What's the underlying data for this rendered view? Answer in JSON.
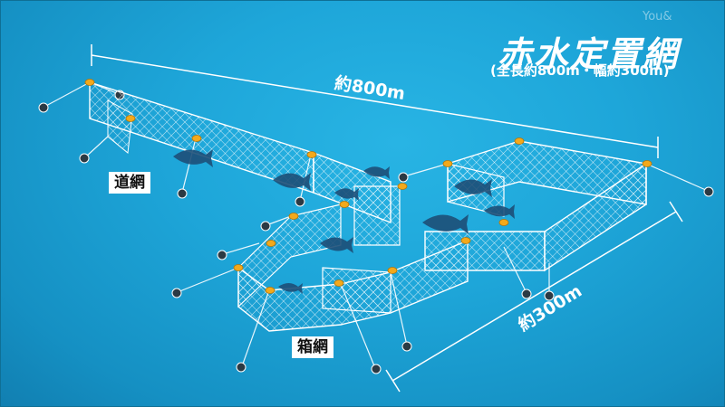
{
  "title": "赤水定置網",
  "subtitle": "(全長約800m・幅約300m)",
  "watermark": "You&",
  "dimensions": {
    "length_label": "約800m",
    "width_label": "約300m"
  },
  "labels": {
    "guide_net": "道網",
    "box_net": "箱網"
  },
  "colors": {
    "sea": "#1ea6d9",
    "net": "#ffffff",
    "float": "#f3a91b",
    "anchor": "#333333",
    "fish": "#1d4f78"
  }
}
